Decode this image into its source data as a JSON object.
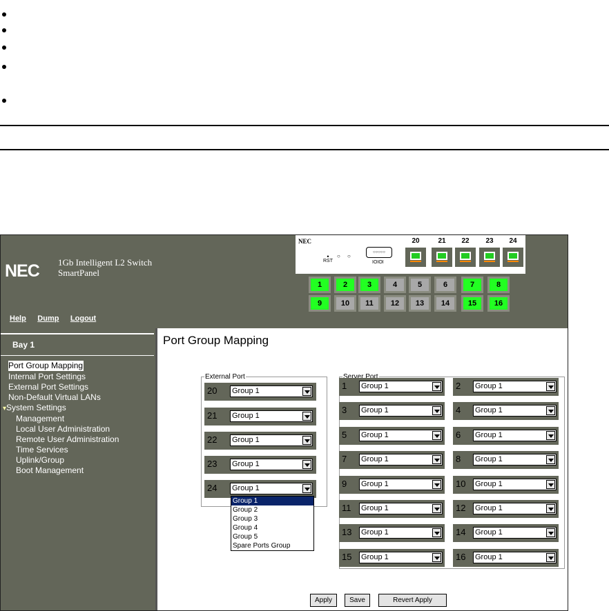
{
  "app": {
    "logo": "NEC",
    "product_line1": "1Gb Intelligent L2 Switch",
    "product_line2": "SmartPanel",
    "links": [
      "Help",
      "Dump",
      "Logout"
    ]
  },
  "switch_panel": {
    "brand": "NEC",
    "rst_label": "RST",
    "led_symbols": "○ ○",
    "serial_label": "IOIOI",
    "sfp_ports": [
      "20",
      "21",
      "22",
      "23",
      "24"
    ],
    "ports_row1": [
      {
        "n": "1",
        "state": "on"
      },
      {
        "n": "2",
        "state": "on"
      },
      {
        "n": "3",
        "state": "on"
      },
      {
        "n": "4",
        "state": "off"
      },
      {
        "n": "5",
        "state": "off"
      },
      {
        "n": "6",
        "state": "off"
      },
      {
        "n": "7",
        "state": "on"
      },
      {
        "n": "8",
        "state": "on"
      }
    ],
    "ports_row2": [
      {
        "n": "9",
        "state": "on"
      },
      {
        "n": "10",
        "state": "off"
      },
      {
        "n": "11",
        "state": "off"
      },
      {
        "n": "12",
        "state": "off"
      },
      {
        "n": "13",
        "state": "off"
      },
      {
        "n": "14",
        "state": "off"
      },
      {
        "n": "15",
        "state": "on"
      },
      {
        "n": "16",
        "state": "on"
      }
    ]
  },
  "sidebar": {
    "bay": "Bay 1",
    "items": [
      {
        "label": "Port Group Mapping",
        "selected": true,
        "sub": false
      },
      {
        "label": "Internal Port Settings",
        "sub": false
      },
      {
        "label": "External Port Settings",
        "sub": false
      },
      {
        "label": "Non-Default Virtual LANs",
        "sub": false
      },
      {
        "label": "System Settings",
        "sub": false,
        "group": true
      },
      {
        "label": "Management",
        "sub": true
      },
      {
        "label": "Local User Administration",
        "sub": true
      },
      {
        "label": "Remote User Administration",
        "sub": true
      },
      {
        "label": "Time Services",
        "sub": true
      },
      {
        "label": "Uplink/Group",
        "sub": true
      },
      {
        "label": "Boot Management",
        "sub": true
      }
    ]
  },
  "main": {
    "title": "Port Group Mapping",
    "external_legend": "External Port",
    "server_legend": "Server Port",
    "external_ports": [
      {
        "port": "20",
        "group": "Group 1"
      },
      {
        "port": "21",
        "group": "Group 1"
      },
      {
        "port": "22",
        "group": "Group 1"
      },
      {
        "port": "23",
        "group": "Group 1"
      },
      {
        "port": "24",
        "group": "Group 1"
      }
    ],
    "server_ports": [
      {
        "port": "1",
        "group": "Group 1"
      },
      {
        "port": "2",
        "group": "Group 1"
      },
      {
        "port": "3",
        "group": "Group 1"
      },
      {
        "port": "4",
        "group": "Group 1"
      },
      {
        "port": "5",
        "group": "Group 1"
      },
      {
        "port": "6",
        "group": "Group 1"
      },
      {
        "port": "7",
        "group": "Group 1"
      },
      {
        "port": "8",
        "group": "Group 1"
      },
      {
        "port": "9",
        "group": "Group 1"
      },
      {
        "port": "10",
        "group": "Group 1"
      },
      {
        "port": "11",
        "group": "Group 1"
      },
      {
        "port": "12",
        "group": "Group 1"
      },
      {
        "port": "13",
        "group": "Group 1"
      },
      {
        "port": "14",
        "group": "Group 1"
      },
      {
        "port": "15",
        "group": "Group 1"
      },
      {
        "port": "16",
        "group": "Group 1"
      }
    ],
    "dropdown_options": [
      "Group 1",
      "Group 2",
      "Group 3",
      "Group 4",
      "Group 5",
      "Spare Ports Group"
    ],
    "dropdown_selected": "Group 1",
    "buttons": {
      "apply": "Apply",
      "save": "Save",
      "revert": "Revert Apply"
    }
  }
}
